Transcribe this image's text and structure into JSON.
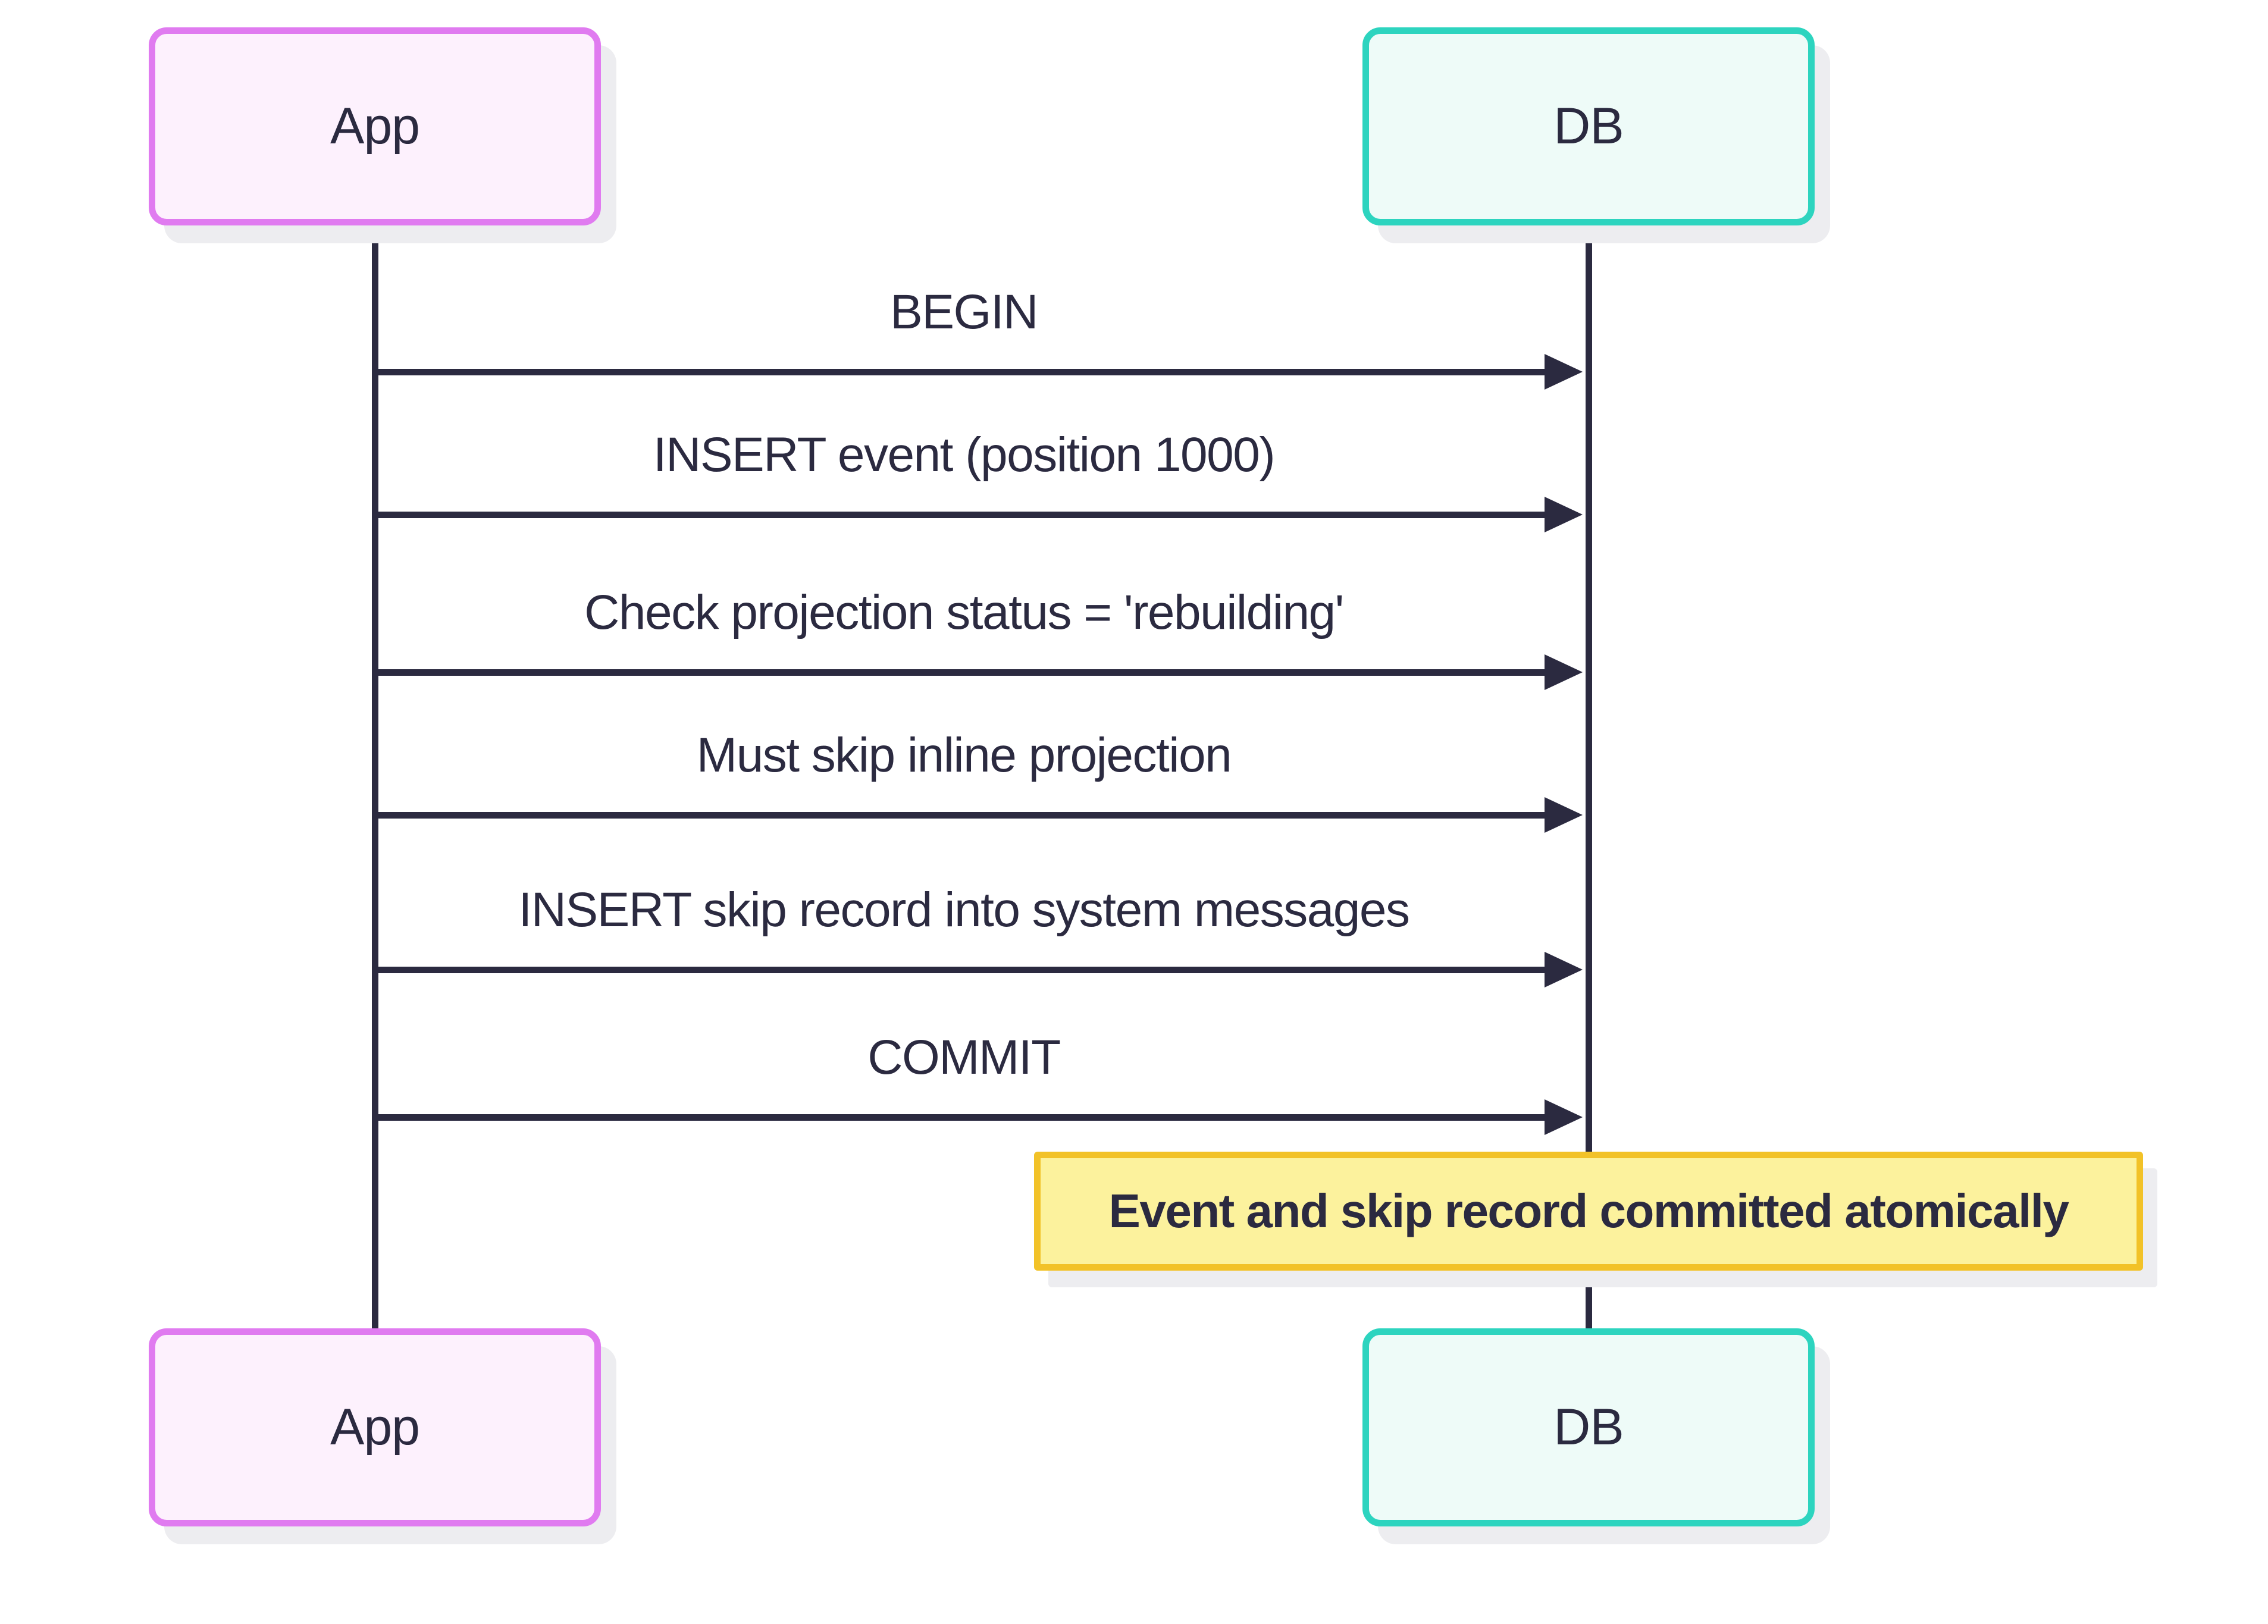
{
  "diagram": {
    "type": "sequence-diagram",
    "background_color": "#ffffff",
    "line_color": "#2b2a40",
    "text_color": "#2b2a40",
    "shadow_color": "#ededf0",
    "actors": [
      {
        "id": "app",
        "label": "App",
        "border_color": "#e07bf0",
        "fill_color": "#fdf1fd"
      },
      {
        "id": "db",
        "label": "DB",
        "border_color": "#2dd4bf",
        "fill_color": "#eefbf8"
      }
    ],
    "messages": [
      {
        "from": "App",
        "to": "DB",
        "arrow": "solid-filled-head",
        "label": "BEGIN"
      },
      {
        "from": "App",
        "to": "DB",
        "arrow": "solid-filled-head",
        "label": "INSERT event (position 1000)"
      },
      {
        "from": "App",
        "to": "DB",
        "arrow": "solid-filled-head",
        "label": "Check projection status = 'rebuilding'"
      },
      {
        "from": "App",
        "to": "DB",
        "arrow": "solid-filled-head",
        "label": "Must skip inline projection"
      },
      {
        "from": "App",
        "to": "DB",
        "arrow": "solid-filled-head",
        "label": "INSERT skip record into system messages"
      },
      {
        "from": "App",
        "to": "DB",
        "arrow": "solid-filled-head",
        "label": "COMMIT"
      }
    ],
    "note": {
      "over": "DB",
      "label": "Event and skip record committed atomically",
      "fill_color": "#fcf29d",
      "border_color": "#f2c228"
    }
  }
}
